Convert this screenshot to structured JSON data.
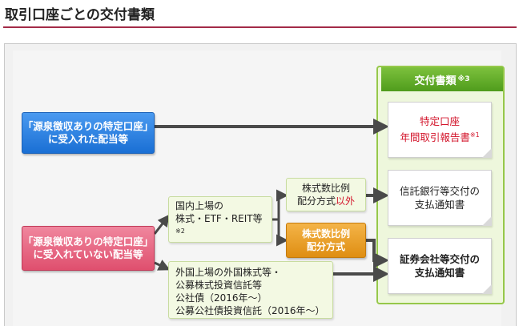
{
  "page": {
    "title": "取引口座ごとの交付書類"
  },
  "diagram": {
    "source_withholding": [
      "「源泉徴収ありの特定口座」",
      "に受入れた配当等"
    ],
    "source_non_withholding": [
      "「源泉徴収ありの特定口座」",
      "に受入れていない配当等"
    ],
    "domestic_listed": {
      "line1": "国内上場の",
      "line2": "株式・ETF・REIT等",
      "note": "※2"
    },
    "foreign_listed": [
      "外国上場の外国株式等・",
      "公募株式投資信託等",
      "公社債（2016年～）",
      "公募公社債投資信託（2016年～）"
    ],
    "proportional_excluded": {
      "line1": "株式数比例",
      "line2_prefix": "配分方式",
      "line2_suffix": "以外"
    },
    "proportional": [
      "株式数比例",
      "配分方式"
    ],
    "documents_header": {
      "label": "交付書類",
      "note": "※3"
    },
    "doc_annual": {
      "line1": "特定口座",
      "line2": "年間取引報告書",
      "note": "※1"
    },
    "doc_trust": [
      "信託銀行等交付の",
      "支払通知書"
    ],
    "doc_broker": [
      "証券会社等交付の",
      "支払通知書"
    ]
  },
  "colors": {
    "accent_rule": "#a32b48",
    "blue": "#1a6fd4",
    "red": "#df4f6e",
    "orange": "#df8e12",
    "green": "#4f9c1c",
    "arrow": "#4a4a4a"
  }
}
